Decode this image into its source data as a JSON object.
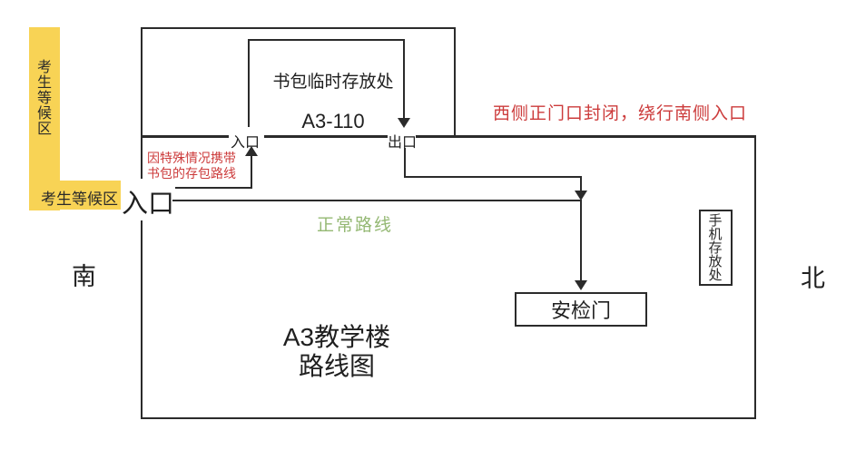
{
  "colors": {
    "waiting_area_yellow": "#f8d355",
    "notice_red": "#cc3b3b",
    "route_green": "#94b873",
    "line_black": "#2b2b2b"
  },
  "compass": {
    "south_label": "南",
    "north_label": "北"
  },
  "waiting_area": {
    "vertical_label": "考生等候区",
    "horizontal_label": "考生等候区"
  },
  "building": {
    "main_entrance_label": "入口",
    "title_line1": "A3教学楼",
    "title_line2": "路线图"
  },
  "bag_room": {
    "name": "书包临时存放处",
    "room_number": "A3-110",
    "entrance_label": "入口",
    "exit_label": "出口"
  },
  "notices": {
    "west_gate_closed": "西侧正门口封闭，绕行南侧入口",
    "bag_route_note_line1": "因特殊情况携带",
    "bag_route_note_line2": "书包的存包路线"
  },
  "routes": {
    "normal_route_label": "正常路线"
  },
  "security_gate": {
    "label": "安检门"
  },
  "phone_storage": {
    "label": "手机存放处"
  }
}
